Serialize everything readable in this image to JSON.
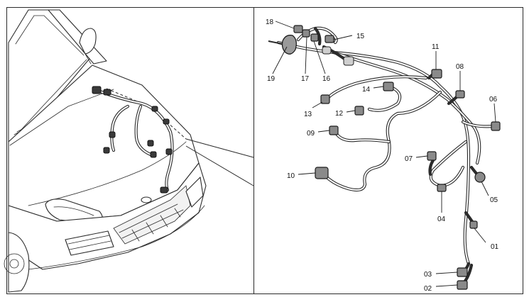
{
  "diagram": {
    "callouts": [
      "01",
      "02",
      "03",
      "04",
      "05",
      "06",
      "07",
      "08",
      "09",
      "10",
      "11",
      "12",
      "13",
      "14",
      "15",
      "16",
      "17",
      "18",
      "19"
    ]
  }
}
